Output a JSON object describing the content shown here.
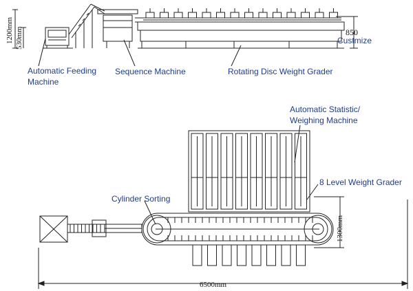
{
  "labels": {
    "automatic_feeding_line1": "Automatic Feeding",
    "automatic_feeding_line2": "Machine",
    "sequence_machine": "Sequence Machine",
    "rotating_disc_grader": "Rotating Disc Weight Grader",
    "statistic_line1": "Automatic Statistic/",
    "statistic_line2": "Weighing Machine",
    "eight_level_grader": "8 Level Weight Grader",
    "cylinder_sorting": "Cylinder Sorting"
  },
  "dimensions": {
    "height_total": "1200mm",
    "height_feeder": "530mm",
    "height_grader": "850",
    "customize": "Custmize",
    "width_plan": "1300mm",
    "length_total": "6500mm"
  },
  "colors": {
    "label": "#1e3c8c",
    "line": "#222222"
  }
}
